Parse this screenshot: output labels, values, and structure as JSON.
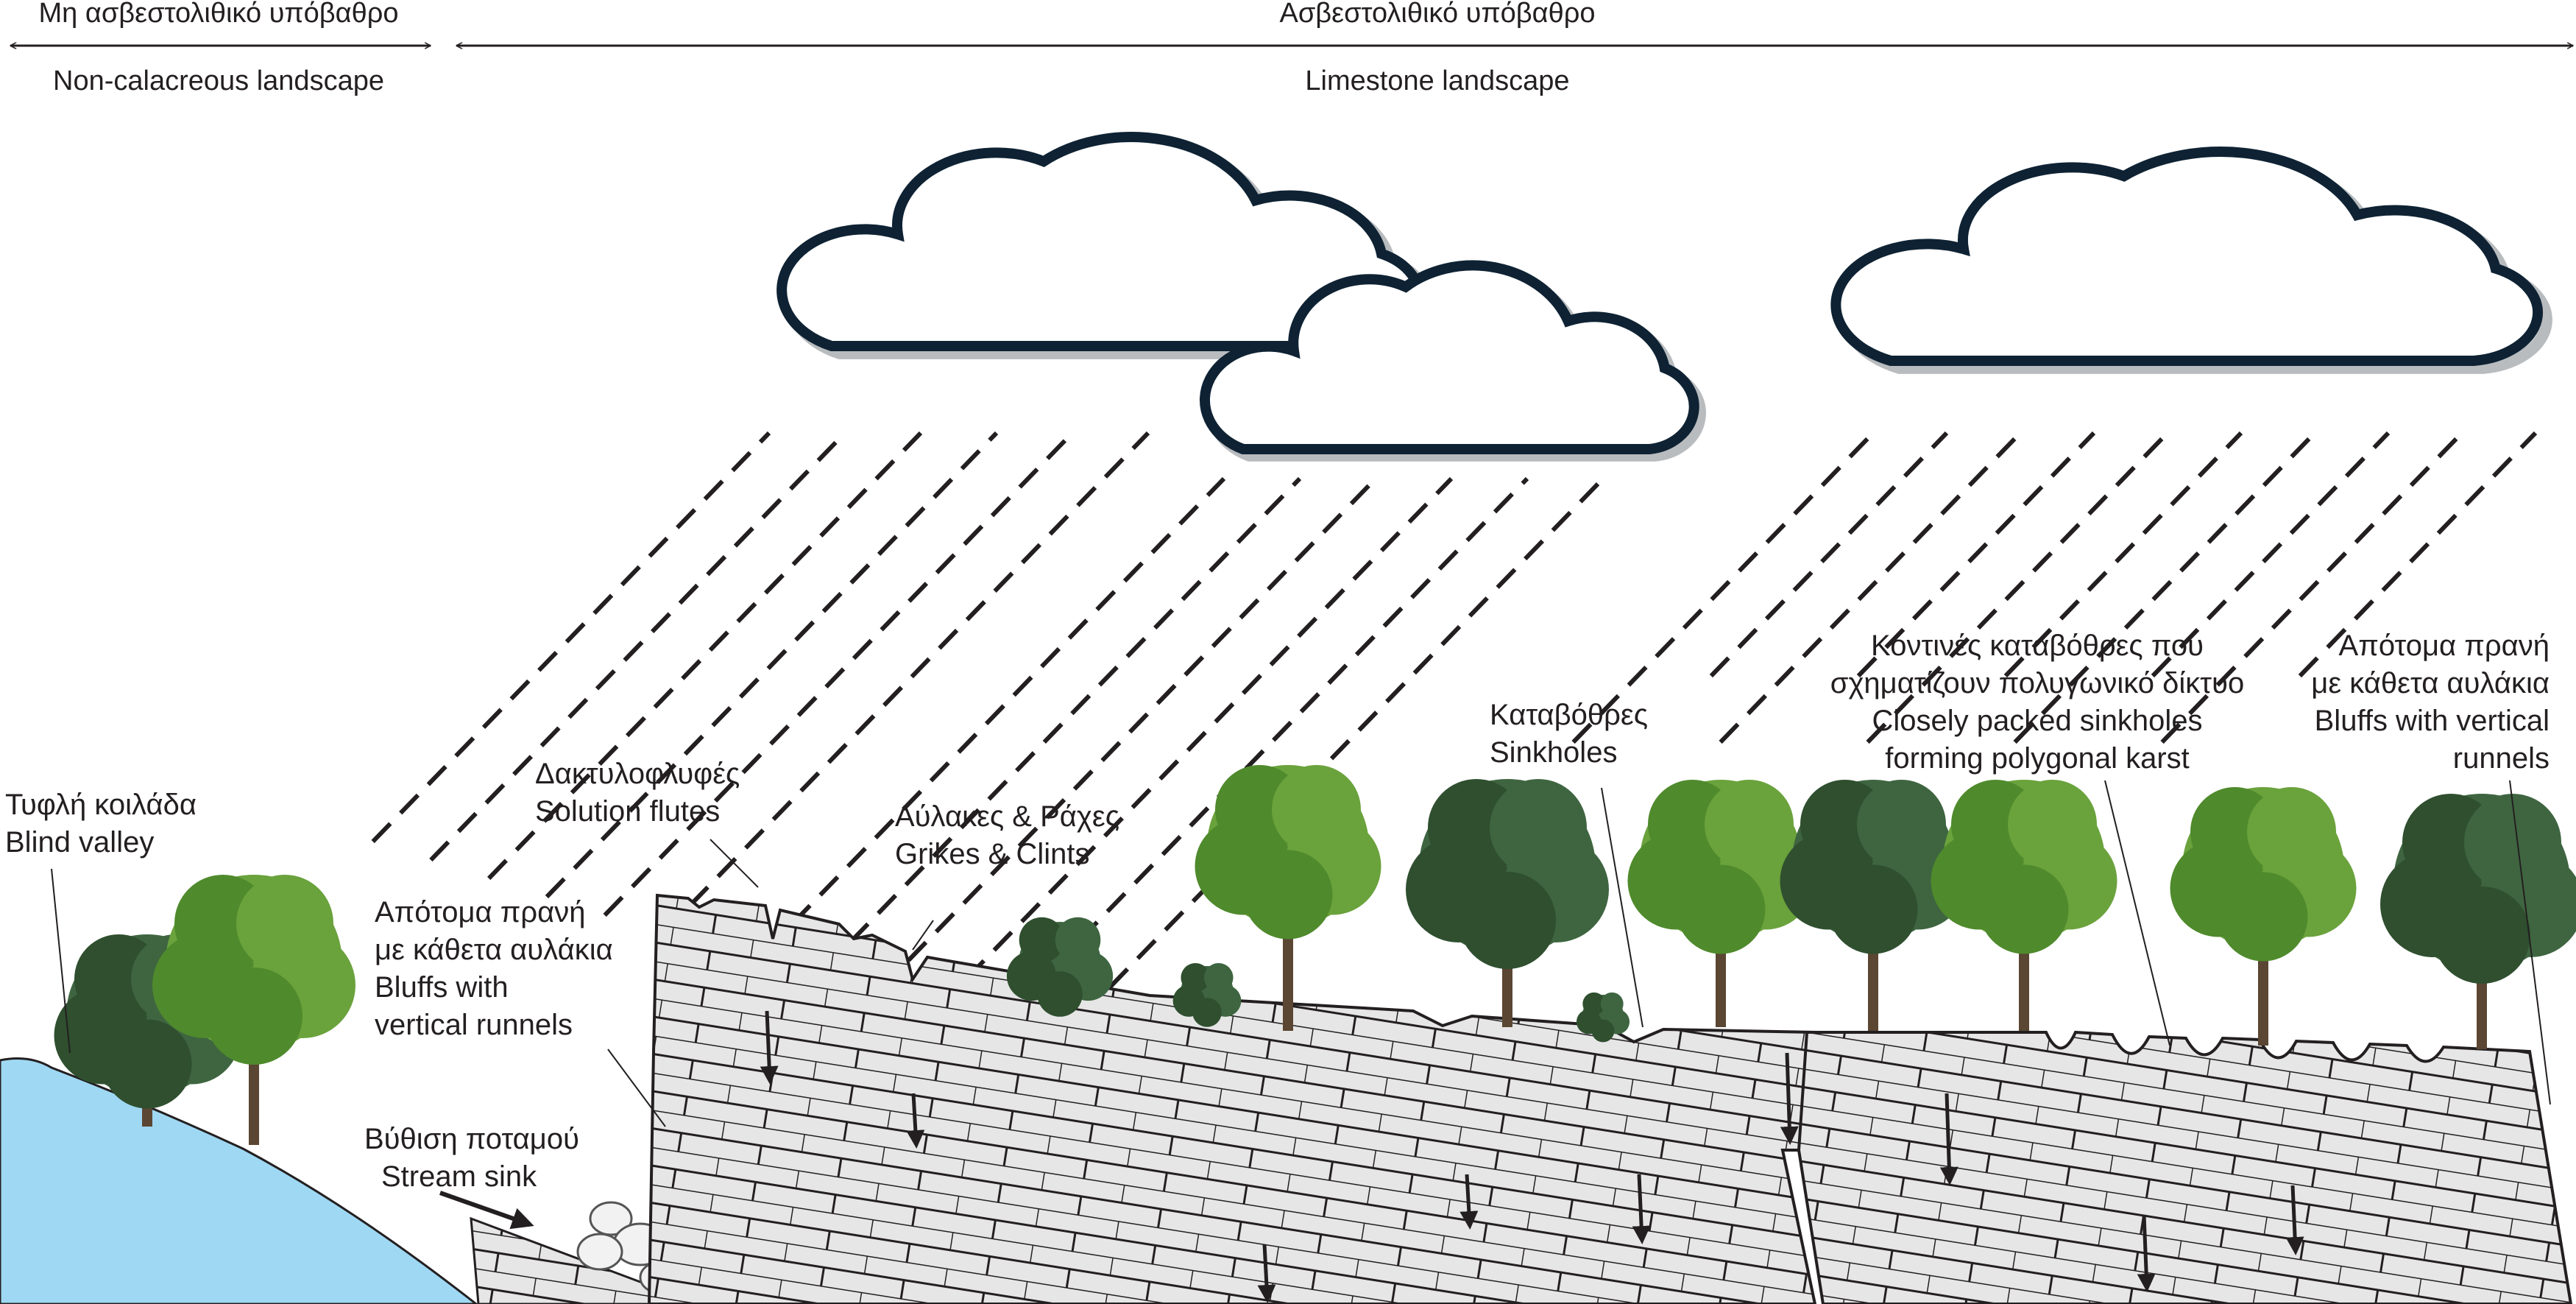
{
  "header": {
    "non_limestone_gr": "Μη ασβεστολιθικό υπόβαθρο",
    "non_limestone_en": "Non-calacreous landscape",
    "limestone_gr": "Ασβεστολιθικό υπόβαθρο",
    "limestone_en": "Limestone landscape"
  },
  "labels": {
    "blind_valley": {
      "gr": "Τυφλή κοιλάδα",
      "en": "Blind valley"
    },
    "solution_flutes": {
      "gr": "Δακτυλοφλυφές",
      "en": "Solution flutes"
    },
    "grikes_clints": {
      "gr": "Αύλακες & Ράχες",
      "en": "Grikes & Clints"
    },
    "bluffs_left": {
      "gr1": "Απότομα πρανή",
      "gr2": "με κάθετα αυλάκια",
      "en1": "Bluffs with",
      "en2": "vertical runnels"
    },
    "stream_sink": {
      "gr": "Βύθιση ποταμού",
      "en": "Stream sink"
    },
    "sinkholes": {
      "gr": "Καταβόθρες",
      "en": "Sinkholes"
    },
    "polygonal": {
      "gr1": "Κοντινές καταβόθρες που",
      "gr2": "σχηματίζουν πολυγωνικό δίκτυο",
      "en1": "Closely packed sinkholes",
      "en2": "forming polygonal karst"
    },
    "bluffs_right": {
      "gr1": "Απότομα πρανή",
      "gr2": "με κάθετα αυλάκια",
      "en1": "Bluffs with vertical",
      "en2": "runnels"
    }
  },
  "colors": {
    "water": "#9fd8f3",
    "limestone": "#e6e6e6",
    "outline": "#231f20",
    "cloud_stroke": "#0e2233",
    "cloud_shadow": "#b9bcbf",
    "tree_light": "#4f8a2c",
    "tree_dark": "#2f4f2f"
  }
}
